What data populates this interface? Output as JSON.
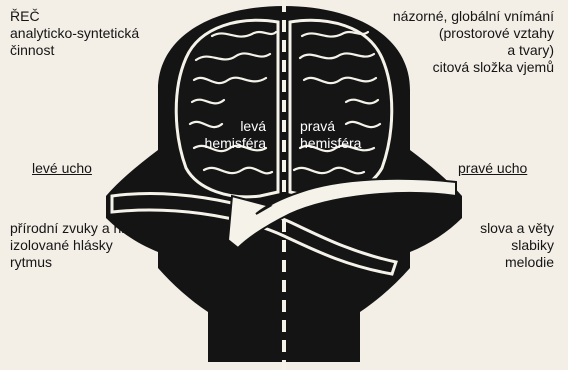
{
  "left": {
    "top_lines": [
      "ŘEČ",
      "analyticko-syntetická",
      "činnost"
    ],
    "ear_label": "levé ucho",
    "bottom_lines": [
      "přírodní zvuky a hluky",
      "izolované hlásky",
      "rytmus"
    ]
  },
  "right": {
    "top_lines": [
      "názorné, globální vnímání",
      "(prostorové vztahy",
      "a tvary)",
      "citová složka vjemů"
    ],
    "ear_label": "pravé ucho",
    "bottom_lines": [
      "slova a věty",
      "slabiky",
      "melodie"
    ]
  },
  "brain": {
    "left_hemisphere": [
      "levá",
      "hemisféra"
    ],
    "right_hemisphere": [
      "pravá",
      "hemisféra"
    ]
  },
  "colors": {
    "background": "#f3eee6",
    "ink": "#151515",
    "head": "#141414",
    "brain_fill": "#151515",
    "gyri": "#f5f2ea"
  }
}
